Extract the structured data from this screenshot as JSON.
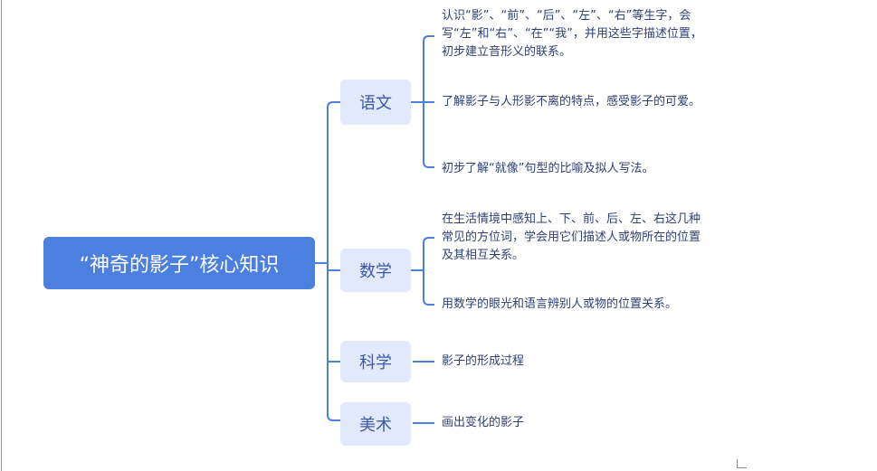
{
  "root": {
    "label": "“神奇的影子”核心知识"
  },
  "branches": [
    {
      "label": "语文",
      "leaves": [
        "认识“影”、“前”、“后”、“左”、“右”等生字，会写“左”和“右”、“在”“我”，并用这些字描述位置，初步建立音形义的联系。",
        "了解影子与人形影不离的特点，感受影子的可爱。",
        "初步了解“就像”句型的比喻及拟人写法。"
      ]
    },
    {
      "label": "数学",
      "leaves": [
        " 在生活情境中感知上、下、前、后、左、右这几种常见的方位词，学会用它们描述人或物所在的位置及其相互关系。",
        "用数学的眼光和语言辨别人或物的位置关系。"
      ]
    },
    {
      "label": "科学",
      "leaves": [
        "影子的形成过程"
      ]
    },
    {
      "label": "美术",
      "leaves": [
        "画出变化的影子"
      ]
    }
  ],
  "colors": {
    "root": "#4b7fe0",
    "branch_bg": "#e2e9fb",
    "line": "#4b7fe0"
  }
}
